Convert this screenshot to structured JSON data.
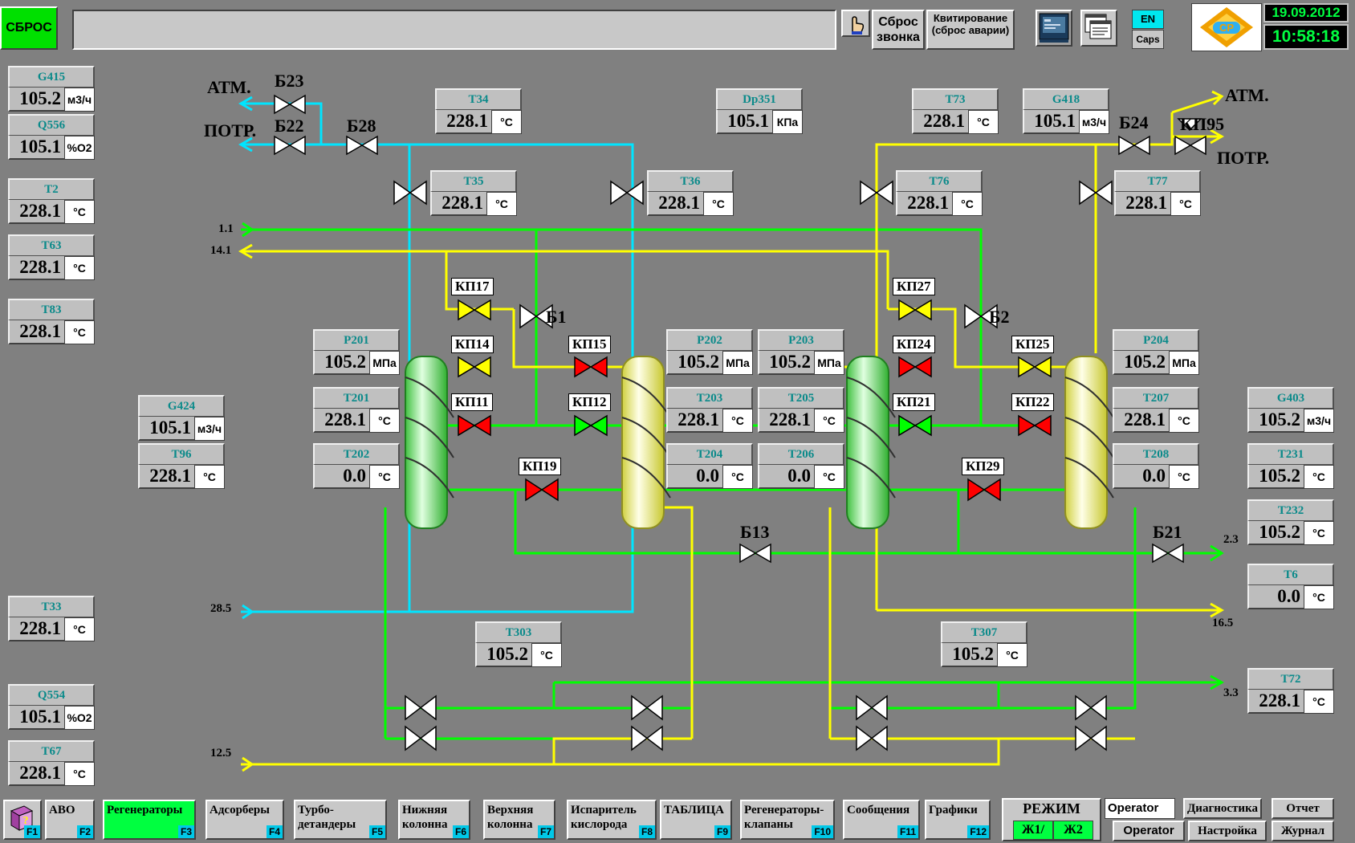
{
  "header": {
    "reset_label": "СБРОС",
    "message_value": "",
    "sound_reset_label": "Сброс звонка",
    "ack_label": "Квитирование (сброс аварии)",
    "lang": "EN",
    "caps": "Caps",
    "logo_text": "CP",
    "date": "19.09.2012",
    "time": "10:58:18"
  },
  "sensors": [
    {
      "id": "G415",
      "tag": "G415",
      "value": "105.2",
      "unit": "м3/ч"
    },
    {
      "id": "Q556",
      "tag": "Q556",
      "value": "105.1",
      "unit": "%O2"
    },
    {
      "id": "T2",
      "tag": "T2",
      "value": "228.1",
      "unit": "°C"
    },
    {
      "id": "T63",
      "tag": "T63",
      "value": "228.1",
      "unit": "°C"
    },
    {
      "id": "T83",
      "tag": "T83",
      "value": "228.1",
      "unit": "°C"
    },
    {
      "id": "T33",
      "tag": "T33",
      "value": "228.1",
      "unit": "°C"
    },
    {
      "id": "Q554",
      "tag": "Q554",
      "value": "105.1",
      "unit": "%O2"
    },
    {
      "id": "T67",
      "tag": "T67",
      "value": "228.1",
      "unit": "°C"
    },
    {
      "id": "G424",
      "tag": "G424",
      "value": "105.1",
      "unit": "м3/ч"
    },
    {
      "id": "T96",
      "tag": "T96",
      "value": "228.1",
      "unit": "°C"
    },
    {
      "id": "T34",
      "tag": "T34",
      "value": "228.1",
      "unit": "°C"
    },
    {
      "id": "T35",
      "tag": "T35",
      "value": "228.1",
      "unit": "°C"
    },
    {
      "id": "T36",
      "tag": "T36",
      "value": "228.1",
      "unit": "°C"
    },
    {
      "id": "Dp351",
      "tag": "Dp351",
      "value": "105.1",
      "unit": "КПа"
    },
    {
      "id": "T73",
      "tag": "T73",
      "value": "228.1",
      "unit": "°C"
    },
    {
      "id": "G418",
      "tag": "G418",
      "value": "105.1",
      "unit": "м3/ч"
    },
    {
      "id": "T76",
      "tag": "T76",
      "value": "228.1",
      "unit": "°C"
    },
    {
      "id": "T77",
      "tag": "T77",
      "value": "228.1",
      "unit": "°C"
    },
    {
      "id": "P201",
      "tag": "P201",
      "value": "105.2",
      "unit": "МПа"
    },
    {
      "id": "T201",
      "tag": "T201",
      "value": "228.1",
      "unit": "°C"
    },
    {
      "id": "T202",
      "tag": "T202",
      "value": "0.0",
      "unit": "°C"
    },
    {
      "id": "P202",
      "tag": "P202",
      "value": "105.2",
      "unit": "МПа"
    },
    {
      "id": "T203",
      "tag": "T203",
      "value": "228.1",
      "unit": "°C"
    },
    {
      "id": "T204",
      "tag": "T204",
      "value": "0.0",
      "unit": "°C"
    },
    {
      "id": "P203",
      "tag": "P203",
      "value": "105.2",
      "unit": "МПа"
    },
    {
      "id": "T205",
      "tag": "T205",
      "value": "228.1",
      "unit": "°C"
    },
    {
      "id": "T206",
      "tag": "T206",
      "value": "0.0",
      "unit": "°C"
    },
    {
      "id": "P204",
      "tag": "P204",
      "value": "105.2",
      "unit": "МПа"
    },
    {
      "id": "T207",
      "tag": "T207",
      "value": "228.1",
      "unit": "°C"
    },
    {
      "id": "T208",
      "tag": "T208",
      "value": "0.0",
      "unit": "°C"
    },
    {
      "id": "T303",
      "tag": "T303",
      "value": "105.2",
      "unit": "°C"
    },
    {
      "id": "T307",
      "tag": "T307",
      "value": "105.2",
      "unit": "°C"
    },
    {
      "id": "G403",
      "tag": "G403",
      "value": "105.2",
      "unit": "м3/ч"
    },
    {
      "id": "T231",
      "tag": "T231",
      "value": "105.2",
      "unit": "°C"
    },
    {
      "id": "T232",
      "tag": "T232",
      "value": "105.2",
      "unit": "°C"
    },
    {
      "id": "T6",
      "tag": "T6",
      "value": "0.0",
      "unit": "°C"
    },
    {
      "id": "T72",
      "tag": "T72",
      "value": "228.1",
      "unit": "°C"
    }
  ],
  "labels": {
    "atm_left": "АТМ.",
    "potr_left": "ПОТР.",
    "atm_right": "АТМ.",
    "potr_right": "ПОТР.",
    "b23": "Б23",
    "b22": "Б22",
    "b28": "Б28",
    "b1": "Б1",
    "b2": "Б2",
    "b13": "Б13",
    "b21": "Б21",
    "b24": "Б24",
    "kp95": "КП95"
  },
  "valves": {
    "kp17": "КП17",
    "kp14": "КП14",
    "kp11": "КП11",
    "kp15": "КП15",
    "kp12": "КП12",
    "kp19": "КП19",
    "kp27": "КП27",
    "kp24": "КП24",
    "kp21": "КП21",
    "kp25": "КП25",
    "kp22": "КП22",
    "kp29": "КП29"
  },
  "flows": {
    "f11": "1.1",
    "f141": "14.1",
    "f285": "28.5",
    "f125": "12.5",
    "f23": "2.3",
    "f165": "16.5",
    "f33": "3.3"
  },
  "colors": {
    "green": "#00ff00",
    "yellow": "#ffff00",
    "cyan": "#00e5ff",
    "red": "#ff0000",
    "panel": "#808080"
  },
  "footer": {
    "help_key": "F1",
    "buttons": [
      {
        "label": "АВО",
        "key": "F2"
      },
      {
        "label": "Регенераторы",
        "key": "F3"
      },
      {
        "label": "Адсорберы",
        "key": "F4"
      },
      {
        "label": "Турбо-детандеры",
        "key": "F5"
      },
      {
        "label": "Нижняя колонна",
        "key": "F6"
      },
      {
        "label": "Верхняя колонна",
        "key": "F7"
      },
      {
        "label": "Испаритель кислорода",
        "key": "F8"
      },
      {
        "label": "ТАБЛИЦА",
        "key": "F9"
      },
      {
        "label": "Регенераторы-клапаны",
        "key": "F10"
      },
      {
        "label": "Сообщения",
        "key": "F11"
      },
      {
        "label": "Графики",
        "key": "F12"
      }
    ],
    "mode_title": "РЕЖИМ",
    "mode_a": "Ж1/",
    "mode_b": "Ж2",
    "user": "Operator",
    "user_role": "Operator",
    "diag": "Диагностика",
    "settings": "Настройка",
    "report": "Отчет",
    "journal": "Журнал"
  }
}
